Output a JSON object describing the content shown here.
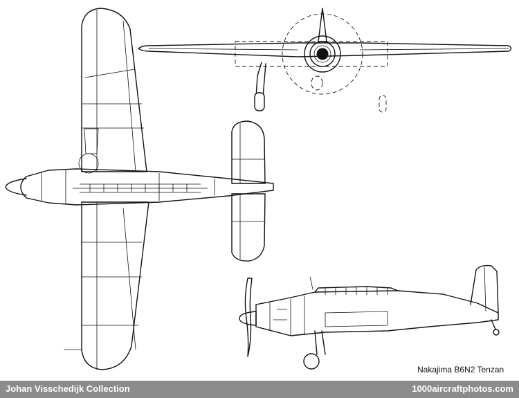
{
  "caption": "Nakajima B6N2 Tenzan",
  "footer": {
    "left": "Johan Visschedijk Collection",
    "right": "1000aircraftphotos.com"
  }
}
